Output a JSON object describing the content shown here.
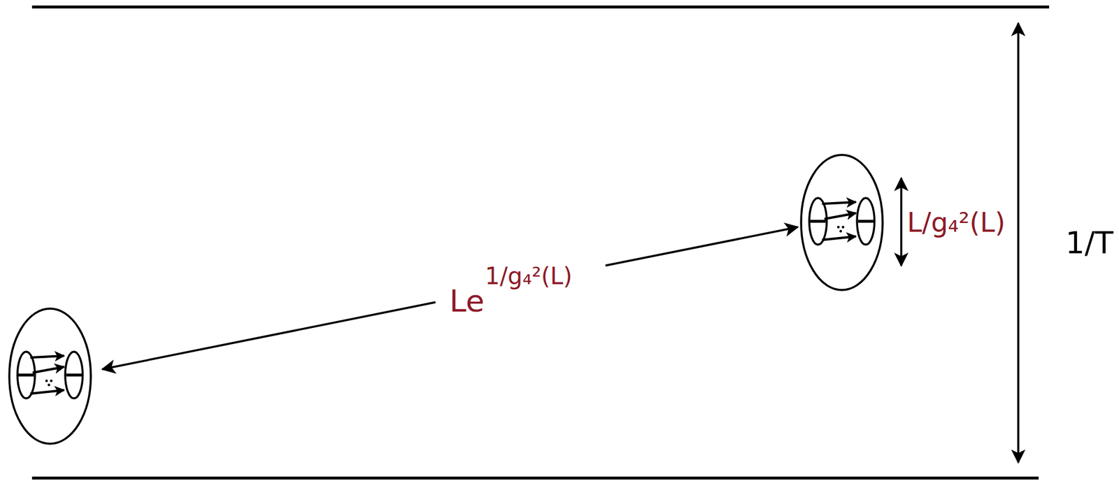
{
  "diagram": {
    "labels": [
      "Le",
      "1/g₄²(L)",
      "L/g₄²(L)",
      "1/T"
    ]
  }
}
